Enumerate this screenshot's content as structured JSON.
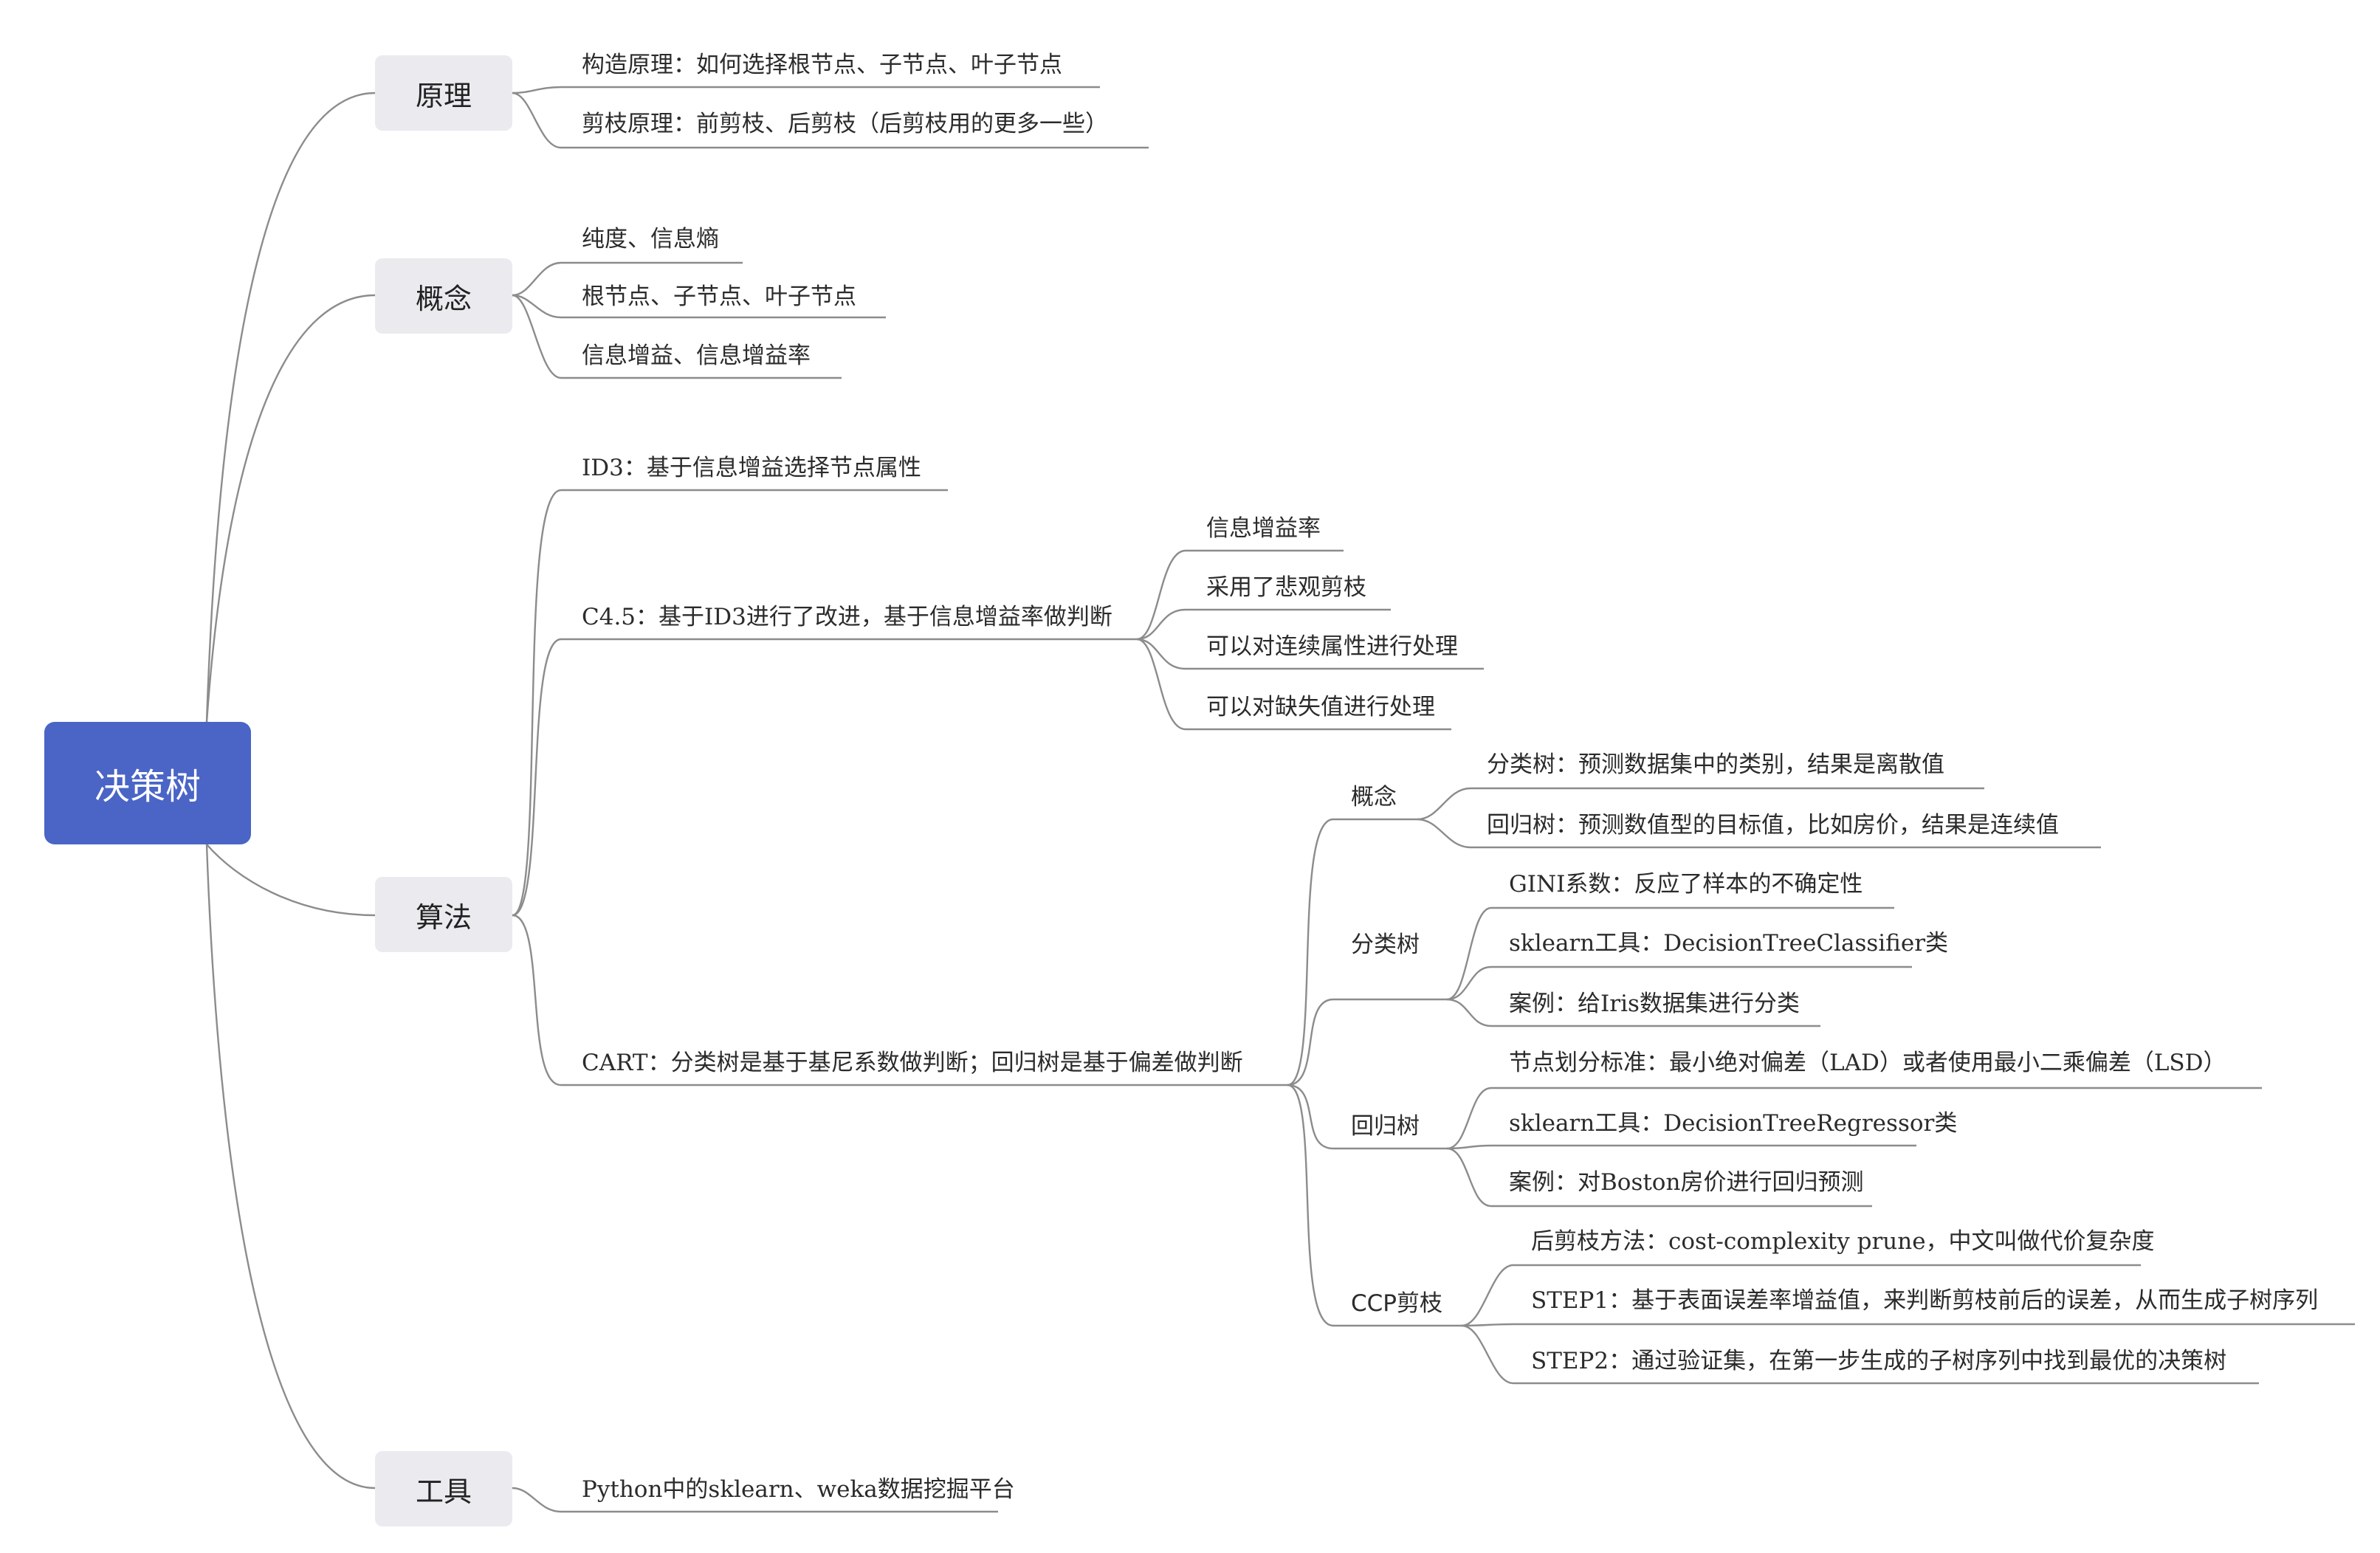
{
  "root": "决策树",
  "branches": {
    "principle": {
      "label": "原理",
      "items": [
        "构造原理：如何选择根节点、子节点、叶子节点",
        "剪枝原理：前剪枝、后剪枝（后剪枝用的更多一些）"
      ]
    },
    "concept": {
      "label": "概念",
      "items": [
        "纯度、信息熵",
        "根节点、子节点、叶子节点",
        "信息增益、信息增益率"
      ]
    },
    "algorithm": {
      "label": "算法",
      "id3": "ID3：基于信息增益选择节点属性",
      "c45": {
        "label": "C4.5：基于ID3进行了改进，基于信息增益率做判断",
        "items": [
          "信息增益率",
          "采用了悲观剪枝",
          "可以对连续属性进行处理",
          "可以对缺失值进行处理"
        ]
      },
      "cart": {
        "label": "CART：分类树是基于基尼系数做判断；回归树是基于偏差做判断",
        "concept": {
          "label": "概念",
          "items": [
            "分类树：预测数据集中的类别，结果是离散值",
            "回归树：预测数值型的目标值，比如房价，结果是连续值"
          ]
        },
        "classification": {
          "label": "分类树",
          "items": [
            "GINI系数：反应了样本的不确定性",
            "sklearn工具：DecisionTreeClassifier类",
            "案例：给Iris数据集进行分类"
          ]
        },
        "regression": {
          "label": "回归树",
          "items": [
            "节点划分标准：最小绝对偏差（LAD）或者使用最小二乘偏差（LSD）",
            "sklearn工具：DecisionTreeRegressor类",
            "案例：对Boston房价进行回归预测"
          ]
        },
        "ccp": {
          "label": "CCP剪枝",
          "items": [
            "后剪枝方法：cost-complexity prune，中文叫做代价复杂度",
            "STEP1：基于表面误差率增益值，来判断剪枝前后的误差，从而生成子树序列",
            "STEP2：通过验证集，在第一步生成的子树序列中找到最优的决策树"
          ]
        }
      }
    },
    "tools": {
      "label": "工具",
      "items": [
        "Python中的sklearn、weka数据挖掘平台"
      ]
    }
  },
  "colors": {
    "root_fill": "#4a65c6",
    "branch_fill": "#eaeaef",
    "line": "#8c8c8c"
  }
}
